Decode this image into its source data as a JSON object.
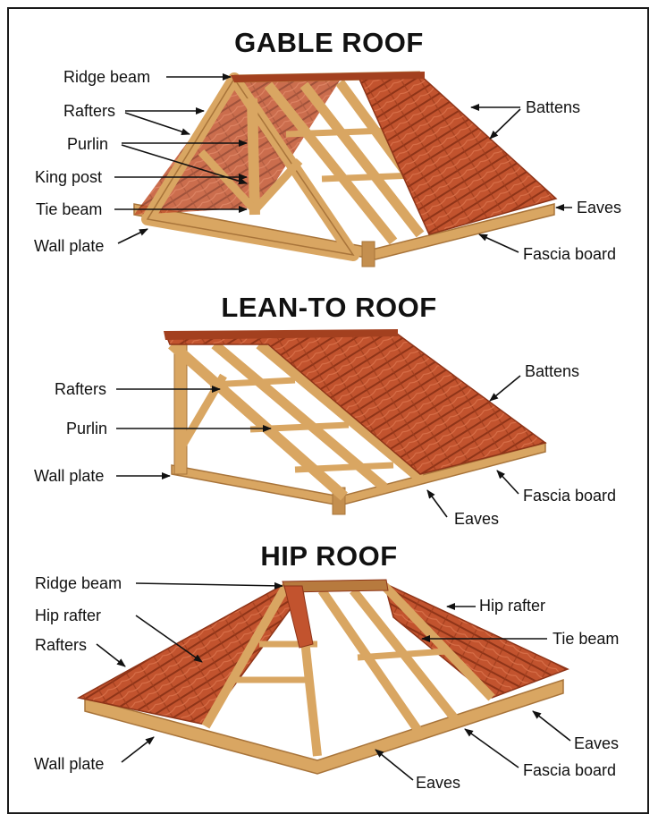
{
  "diagrams": [
    {
      "title": "GABLE ROOF",
      "labels": {
        "ridge_beam": "Ridge beam",
        "rafters": "Rafters",
        "purlin": "Purlin",
        "king_post": "King post",
        "tie_beam": "Tie beam",
        "wall_plate": "Wall plate",
        "battens": "Battens",
        "eaves": "Eaves",
        "fascia_board": "Fascia board"
      }
    },
    {
      "title": "LEAN-TO ROOF",
      "labels": {
        "rafters": "Rafters",
        "purlin": "Purlin",
        "wall_plate": "Wall plate",
        "battens": "Battens",
        "fascia_board": "Fascia board",
        "eaves": "Eaves"
      }
    },
    {
      "title": "HIP ROOF",
      "labels": {
        "ridge_beam": "Ridge beam",
        "hip_rafter_left": "Hip rafter",
        "rafters": "Rafters",
        "wall_plate": "Wall plate",
        "hip_rafter_right": "Hip rafter",
        "tie_beam": "Tie beam",
        "eaves_right": "Eaves",
        "fascia_board": "Fascia board",
        "eaves_bottom": "Eaves"
      }
    }
  ],
  "colors": {
    "timber": "#d9a662",
    "timber_dark": "#a8743a",
    "tile": "#c2532e",
    "tile_dark": "#8e3418",
    "text": "#111111"
  }
}
